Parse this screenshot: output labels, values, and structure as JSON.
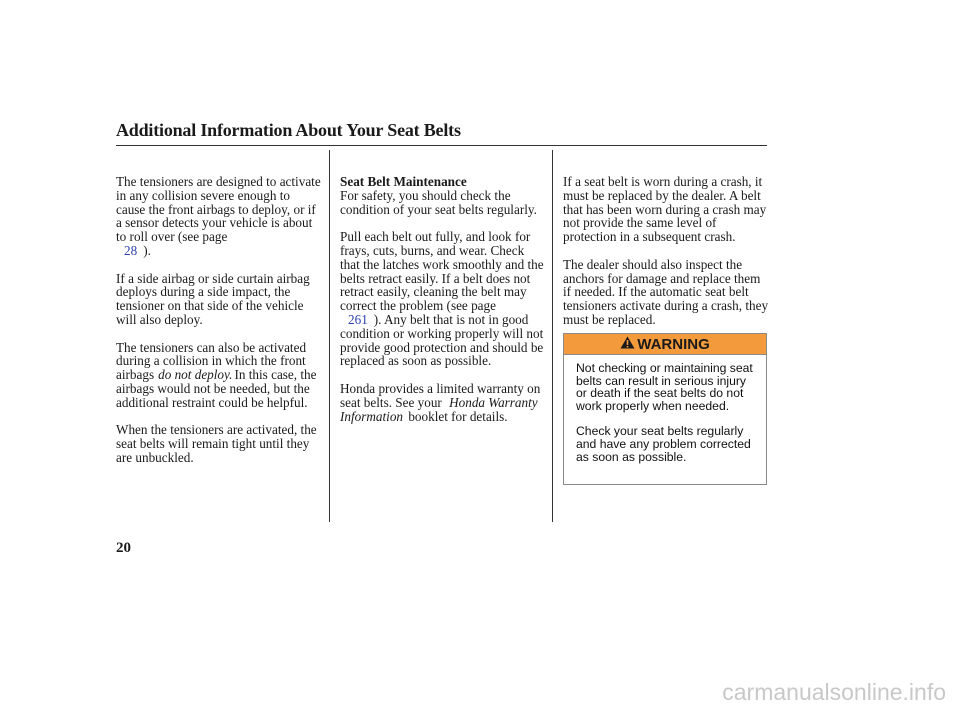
{
  "header": {
    "title": "Additional Information About Your Seat Belts"
  },
  "col1": {
    "p1_text": "The tensioners are designed to activate in any collision severe enough to cause the front airbags to deploy, or if a sensor detects your vehicle is about to roll over (see page",
    "p1_ref": "28",
    "p1_end": ").",
    "p2": "If a side airbag or side curtain airbag deploys during a side impact, the tensioner on that side of the vehicle will also deploy.",
    "p3_text": "The tensioners can also be activated during a collision in which the front airbags",
    "p3_em": "do not deploy.",
    "p3_end": "In this case, the airbags would not be needed, but the additional restraint could be helpful.",
    "p4": "When the tensioners are activated, the seat belts will remain tight until they are unbuckled."
  },
  "col2": {
    "heading": "Seat Belt Maintenance",
    "p1": "For safety, you should check the condition of your seat belts regularly.",
    "p2_text": "Pull each belt out fully, and look for frays, cuts, burns, and wear. Check that the latches work smoothly and the belts retract easily. If a belt does not retract easily, cleaning the belt may correct the problem (see page",
    "p2_ref": "261",
    "p2_end": "). Any belt that is not in good condition or working properly will not provide good protection and should be replaced as soon as possible.",
    "p3_text": "Honda provides a limited warranty on seat belts. See your",
    "p3_em": "Honda Warranty Information",
    "p3_end": "booklet for details."
  },
  "col3": {
    "p1": "If a seat belt is worn during a crash, it must be replaced by the dealer. A belt that has been worn during a crash may not provide the same level of protection in a subsequent crash.",
    "p2": "The dealer should also inspect the anchors for damage and replace them if needed. If the automatic seat belt tensioners activate during a crash, they must be replaced."
  },
  "warning": {
    "label": "WARNING",
    "icon": "warning-triangle-icon",
    "header_color": "#f39a3c",
    "p1": "Not checking or maintaining seat belts can result in serious injury or death if the seat belts do not work properly when needed.",
    "p2": "Check your seat belts regularly and have any problem corrected as soon as possible."
  },
  "footer": {
    "page_number": "20",
    "watermark": "carmanualsonline.info"
  }
}
